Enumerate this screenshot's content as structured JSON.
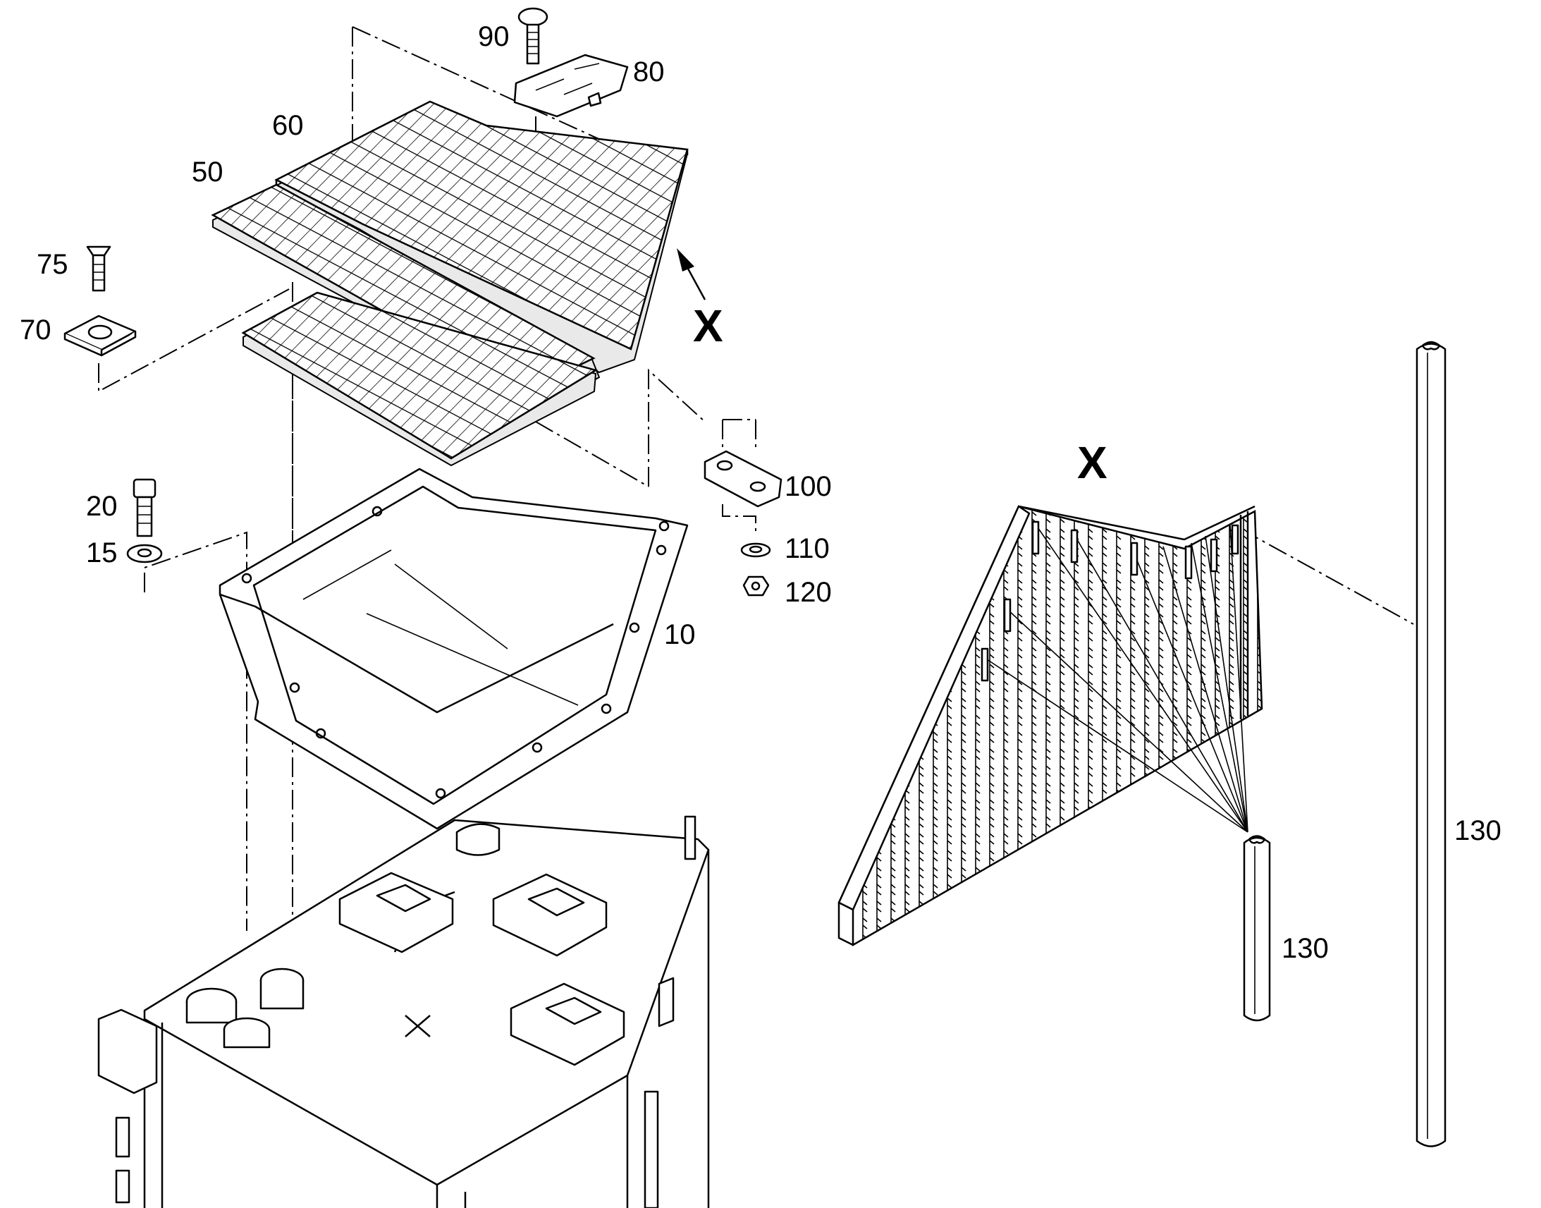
{
  "labels": {
    "p90": "90",
    "p80": "80",
    "p60": "60",
    "p50": "50",
    "p75": "75",
    "p70": "70",
    "x_arrow": "X",
    "p100": "100",
    "p20": "20",
    "p15": "15",
    "p110": "110",
    "p120": "120",
    "p10": "10",
    "detail_x": "X",
    "p130_long": "130",
    "p130_short": "130"
  }
}
